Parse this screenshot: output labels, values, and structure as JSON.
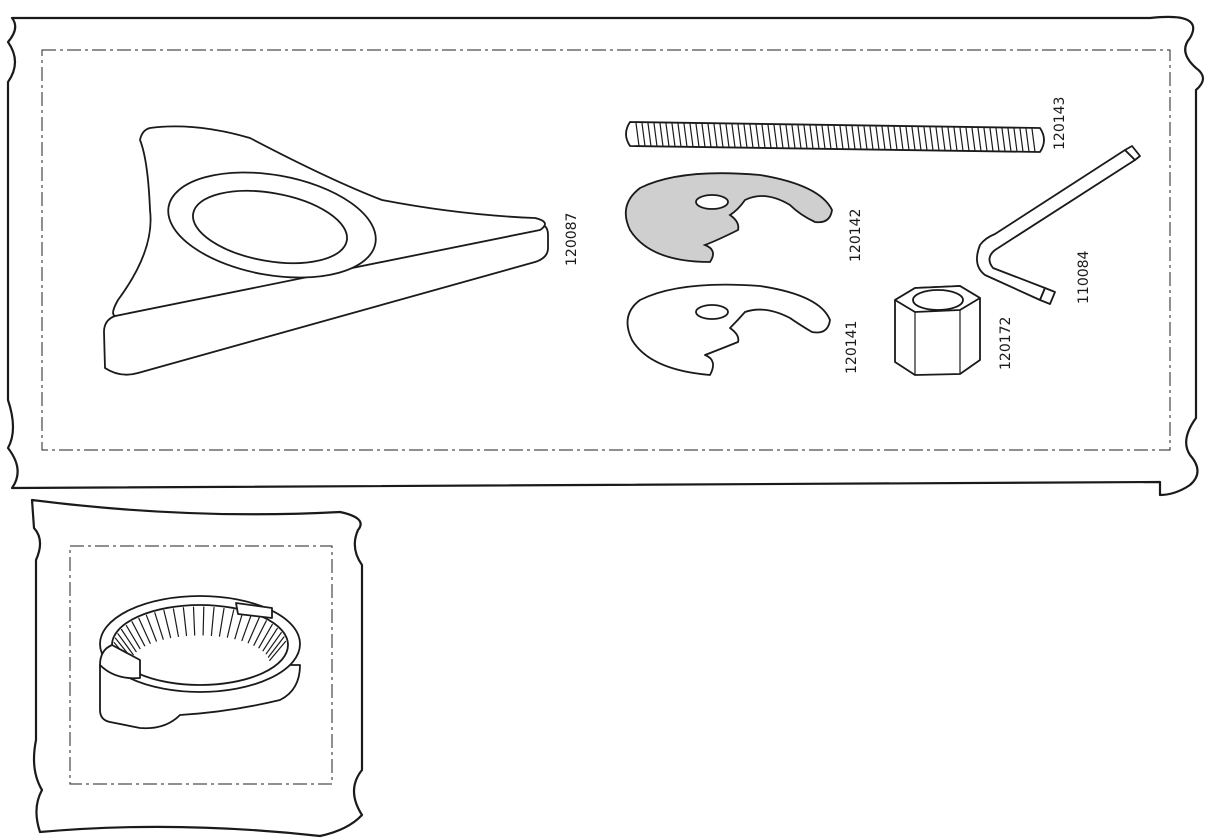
{
  "colors": {
    "line": "#1a1a1a",
    "highlight": "#cfcfcf",
    "background": "#ffffff"
  },
  "parts": [
    {
      "id": "120087",
      "name": "triangular-base-plate"
    },
    {
      "id": "120143",
      "name": "threaded-rod"
    },
    {
      "id": "120142",
      "name": "c-clip-shaded"
    },
    {
      "id": "110084",
      "name": "hex-key"
    },
    {
      "id": "120141",
      "name": "c-clip"
    },
    {
      "id": "120172",
      "name": "hex-nut"
    }
  ],
  "bag2": {
    "part": "splined-ring"
  }
}
